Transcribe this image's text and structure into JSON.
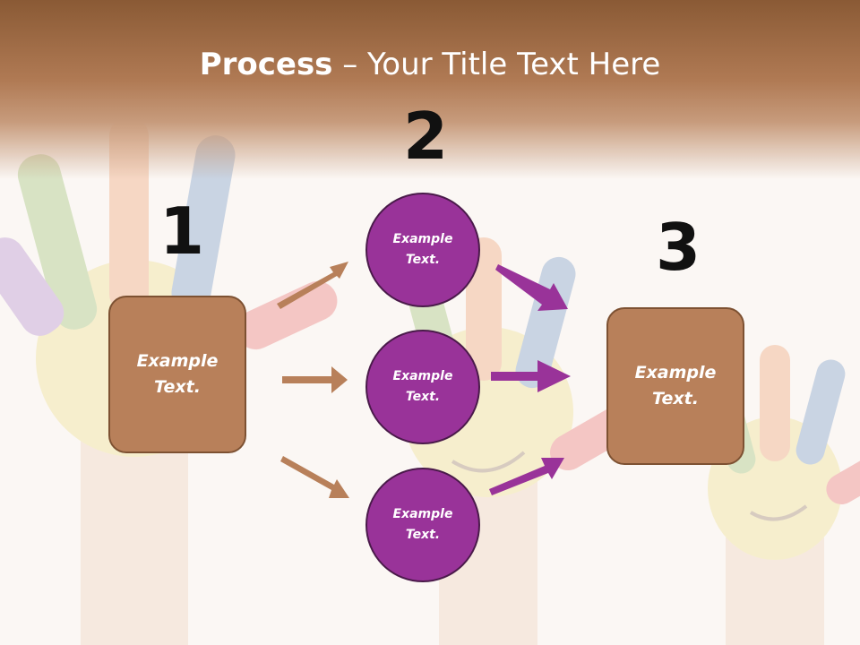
{
  "title": {
    "bold": "Process",
    "rest": " – Your Title Text Here"
  },
  "steps": [
    {
      "number": "1",
      "label_line1": "Example",
      "label_line2": "Text."
    },
    {
      "number": "2"
    },
    {
      "number": "3",
      "label_line1": "Example",
      "label_line2": "Text."
    }
  ],
  "circles": [
    {
      "label_line1": "Example",
      "label_line2": "Text."
    },
    {
      "label_line1": "Example",
      "label_line2": "Text."
    },
    {
      "label_line1": "Example",
      "label_line2": "Text."
    }
  ],
  "colors": {
    "header": "#a8704a",
    "box_fill": "#b8805a",
    "box_border": "#7d5132",
    "circle_fill": "#993399",
    "circle_border": "#4a1a4a",
    "arrow_brown": "#b8805a",
    "arrow_purple": "#993399"
  }
}
